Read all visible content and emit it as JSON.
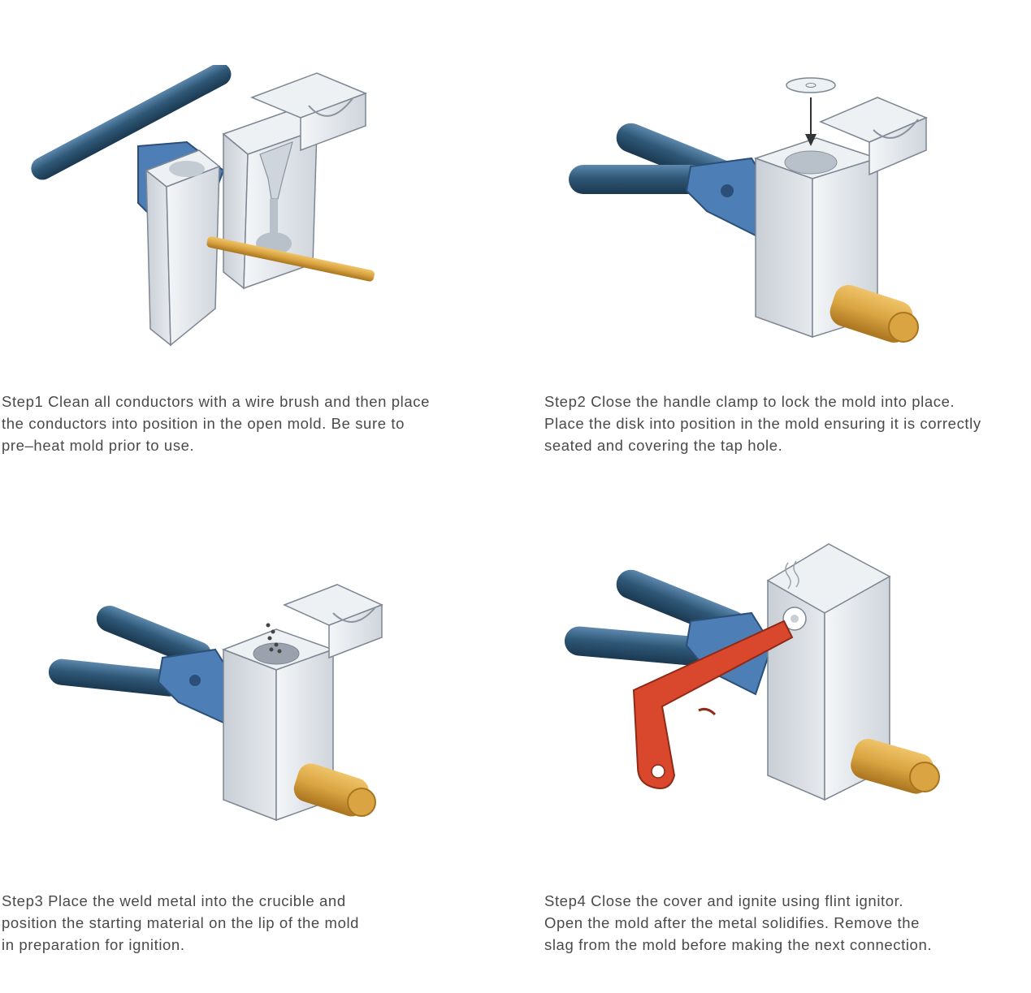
{
  "colors": {
    "handle": "#2f5877",
    "clamp": "#4d7fb6",
    "mold": "#dfe3e8",
    "conductor": "#d9a441",
    "ignitor": "#d9472c"
  },
  "steps": [
    {
      "lines": [
        "Step1  Clean all conductors with a wire brush and then place",
        "the conductors into position in the open mold. Be sure to",
        "pre–heat mold prior to use."
      ]
    },
    {
      "lines": [
        "Step2   Close the handle clamp to lock the mold into place.",
        "Place the disk into position in the mold ensuring it is correctly",
        "seated and covering the tap hole."
      ]
    },
    {
      "lines": [
        "Step3    Place the weld metal into the crucible and",
        "position the starting material on the lip of the mold",
        "in preparation for ignition."
      ]
    },
    {
      "lines": [
        "Step4   Close the cover and ignite using flint ignitor.",
        "Open the mold after the metal solidifies. Remove the",
        "slag from the mold before making the next connection."
      ]
    }
  ]
}
